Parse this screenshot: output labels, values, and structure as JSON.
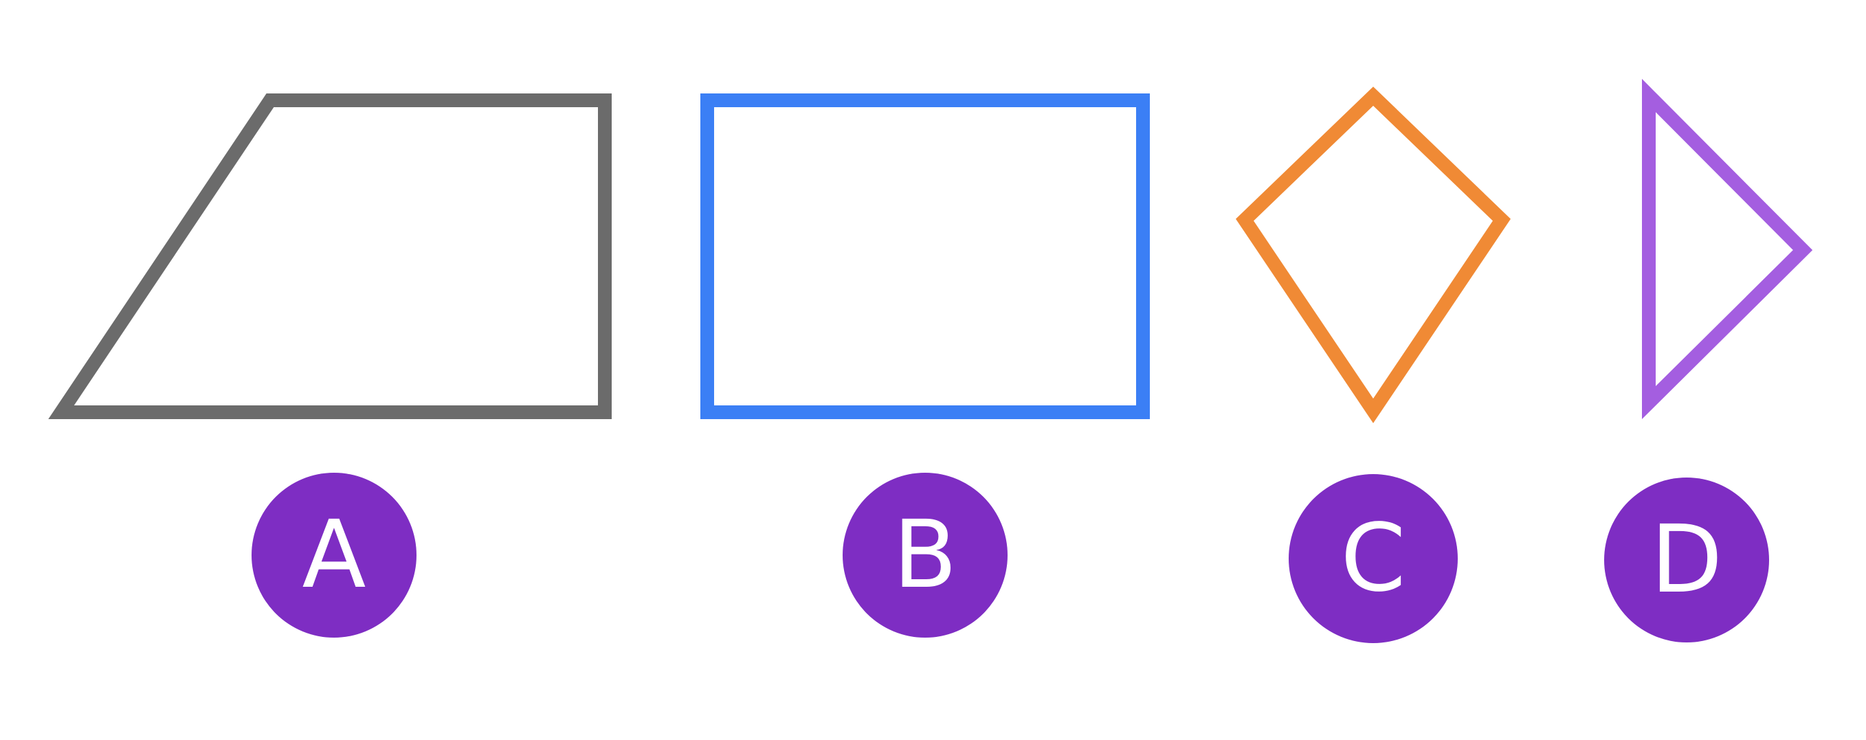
{
  "colors": {
    "background": "#ffffff",
    "badge_fill": "#7e2dc3",
    "badge_text": "#ffffff"
  },
  "shapes": [
    {
      "name": "trapezoid",
      "label": "A",
      "stroke": "#6b6b6b"
    },
    {
      "name": "rectangle",
      "label": "B",
      "stroke": "#3b7ff5"
    },
    {
      "name": "kite",
      "label": "C",
      "stroke": "#f08a35"
    },
    {
      "name": "triangle",
      "label": "D",
      "stroke": "#a45ee0"
    }
  ]
}
